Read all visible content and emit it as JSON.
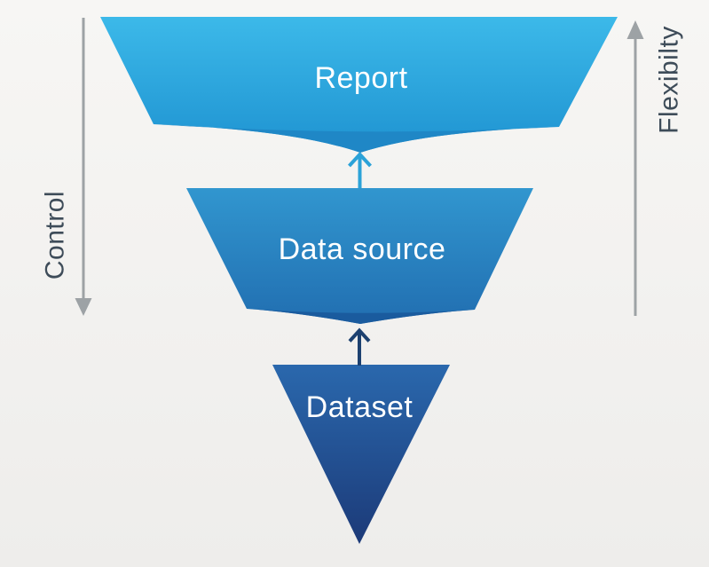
{
  "diagram": {
    "layers": [
      {
        "id": "report",
        "label": "Report"
      },
      {
        "id": "data-source",
        "label": "Data source"
      },
      {
        "id": "dataset",
        "label": "Dataset"
      }
    ],
    "left_axis": {
      "label": "Control",
      "direction": "down"
    },
    "right_axis": {
      "label": "Flexibilty",
      "direction": "up"
    }
  },
  "colors": {
    "background_top": "#f7f6f4",
    "background_bottom": "#eeedeb",
    "report_top": "#3cb9e9",
    "report_bottom": "#2196d3",
    "report_lip": "#1f87c6",
    "datasource_top": "#3196cf",
    "datasource_bottom": "#2270b2",
    "datasource_lip": "#1a5b9e",
    "dataset_top": "#2a68ad",
    "dataset_bottom": "#1c3a78",
    "arrow_teal": "#2ba2d8",
    "arrow_navy": "#1d4170",
    "side_arrow": "#9da2a5",
    "side_label": "#3e4c59",
    "layer_label": "#ffffff"
  }
}
